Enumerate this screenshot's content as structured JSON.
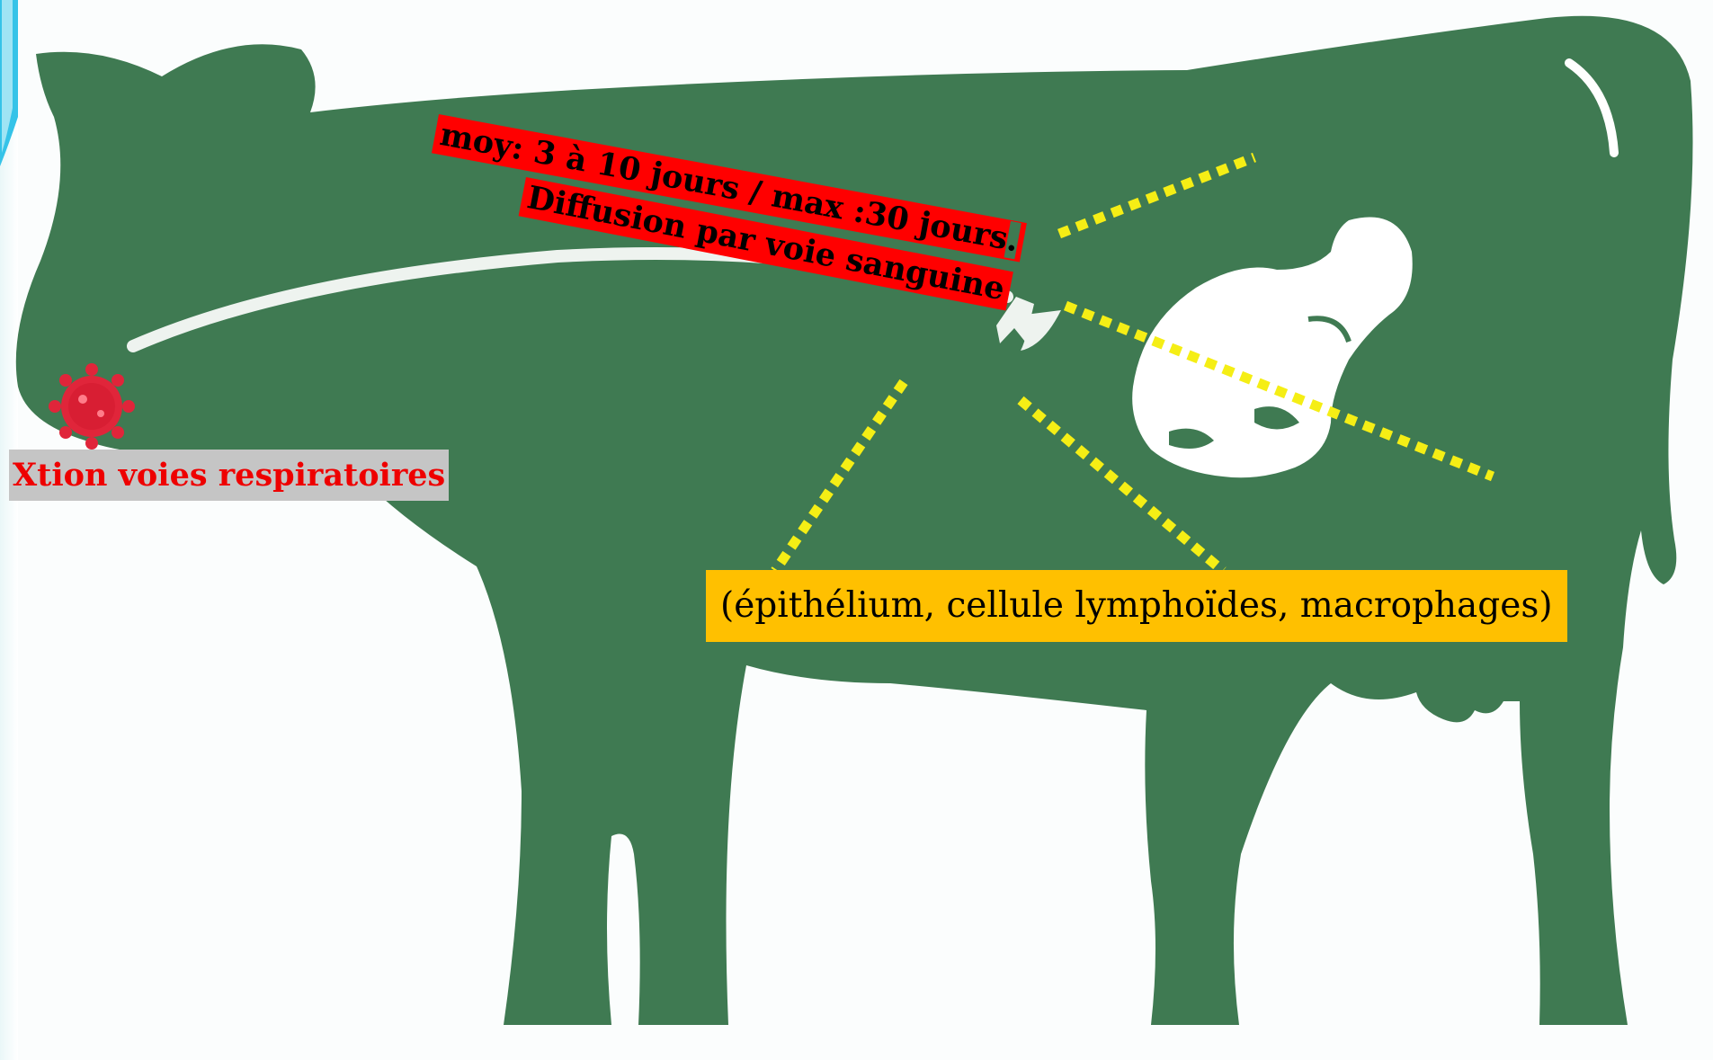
{
  "colors": {
    "cow_body": "#3f7a52",
    "fetus": "#ffffff",
    "virus": "#e0253a",
    "guide_line": "#f5ee15",
    "label_red_bg": "#ff0000",
    "infection_label_bg": "#c5c5c5",
    "infection_label_text": "#ee0000",
    "cells_label_bg": "#ffc000"
  },
  "labels": {
    "incubation": "moy: 3 à 10 jours / max :30 jours",
    "incubation_trailing_dot": ".",
    "diffusion": "Diffusion par voie sanguine",
    "infection": "Xtion voies respiratoires",
    "cells": "(épithélium, cellule lymphoïdes, macrophages)"
  },
  "icons": [
    "virus-icon",
    "fetus-icon",
    "arrow-icon"
  ]
}
